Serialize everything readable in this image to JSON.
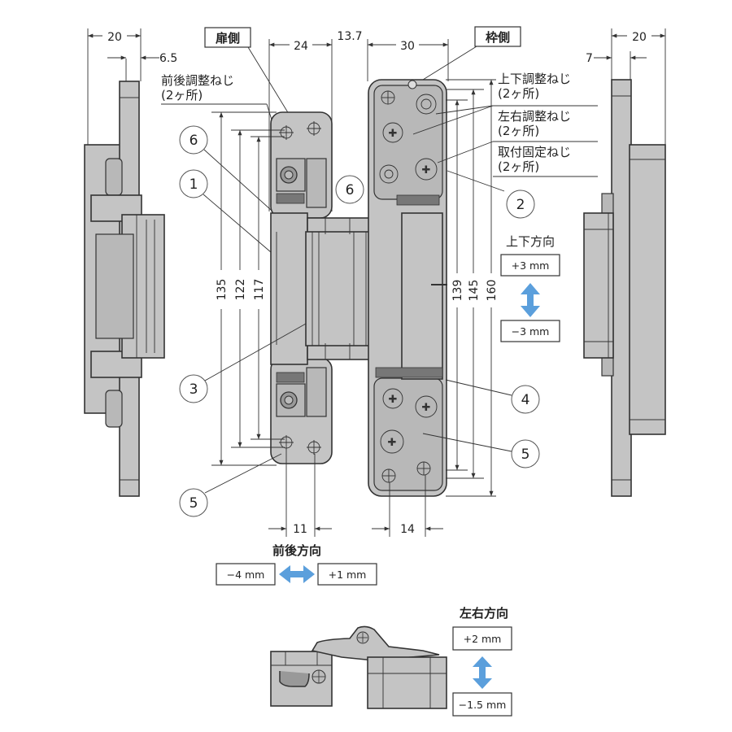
{
  "diagram": {
    "title": "Concealed 3D adjustable hinge dimensional drawing",
    "side_labels": {
      "door_side": "扉側",
      "frame_side": "枠側"
    },
    "dimensions": {
      "left_view_width": "20",
      "left_view_offset": "6.5",
      "door_leaf_width": "24",
      "knuckle_offset": "13.7",
      "frame_leaf_width": "30",
      "right_view_width": "20",
      "right_view_offset": "7",
      "door_heights": [
        "135",
        "122",
        "117"
      ],
      "frame_heights": [
        "139",
        "145",
        "160"
      ],
      "door_hole_pitch": "11",
      "frame_hole_pitch": "14"
    },
    "callouts": {
      "front_back_screw": {
        "line1": "前後調整ねじ",
        "line2": "(2ヶ所)"
      },
      "up_down_screw": {
        "line1": "上下調整ねじ",
        "line2": "(2ヶ所)"
      },
      "left_right_screw": {
        "line1": "左右調整ねじ",
        "line2": "(2ヶ所)"
      },
      "mounting_screw": {
        "line1": "取付固定ねじ",
        "line2": "(2ヶ所)"
      }
    },
    "part_numbers": [
      "1",
      "2",
      "3",
      "4",
      "5",
      "5",
      "6",
      "6"
    ],
    "adjustments": {
      "vertical": {
        "title": "上下方向",
        "plus": "+3 mm",
        "minus": "−3 mm"
      },
      "front_back": {
        "title": "前後方向",
        "minus": "−4 mm",
        "plus": "+1 mm"
      },
      "lateral": {
        "title": "左右方向",
        "plus": "+2 mm",
        "minus": "−1.5 mm"
      }
    },
    "colors": {
      "part_fill": "#c4c4c4",
      "line": "#333333",
      "adjust_arrow": "#5b9fdc"
    }
  }
}
